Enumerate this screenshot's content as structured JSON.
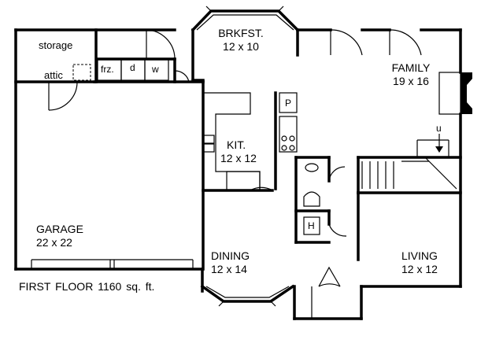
{
  "title": "FIRST FLOOR 1160 sq. ft.",
  "rooms": {
    "brkfst": {
      "name": "BRKFST.",
      "size": "12 x 10"
    },
    "family": {
      "name": "FAMILY",
      "size": "19 x 16"
    },
    "kitchen": {
      "name": "KIT.",
      "size": "12 x 12"
    },
    "garage": {
      "name": "GARAGE",
      "size": "22 x 22"
    },
    "dining": {
      "name": "DINING",
      "size": "12 x 14"
    },
    "living": {
      "name": "LIVING",
      "size": "12 x 12"
    }
  },
  "labels": {
    "storage": "storage",
    "attic": "attic",
    "freezer": "frz.",
    "dryer": "d",
    "washer": "w",
    "pantry": "P",
    "water_heater": "H",
    "stair_up": "u"
  }
}
